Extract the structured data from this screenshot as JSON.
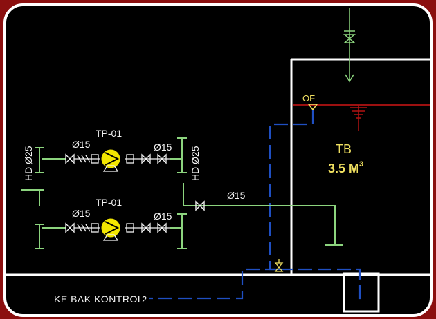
{
  "colors": {
    "frame_bg": "#8b0f0f",
    "canvas": "#000000",
    "border": "#ffffff",
    "pipe_green": "#8cd47e",
    "pipe_blue": "#1f4fc2",
    "water_red": "#b31212",
    "pump_yellow": "#f2e600",
    "label_white": "#f2f2f2",
    "label_yellow": "#f0e060"
  },
  "labels": {
    "header_left": "HD Ø25",
    "header_right": "HD Ø25",
    "pump_top_tag": "TP-01",
    "pump_bottom_tag": "TP-01",
    "pipe_size_inlet_top": "Ø15",
    "pipe_size_outlet_top": "Ø15",
    "pipe_size_inlet_bottom": "Ø15",
    "pipe_size_outlet_bottom": "Ø15",
    "pipe_size_supply": "Ø15",
    "overflow_tag": "OF",
    "tank_name": "TB",
    "tank_capacity": "3.5 M",
    "tank_capacity_sup": "3",
    "drain_note": "KE BAK KONTROL"
  },
  "icons": {
    "pump": "centrifugal-pump-icon",
    "gate_valve": "gate-valve-icon",
    "check_valve": "check-valve-icon",
    "float_valve": "float-valve-icon",
    "flow_arrow": "flow-arrow-icon"
  }
}
